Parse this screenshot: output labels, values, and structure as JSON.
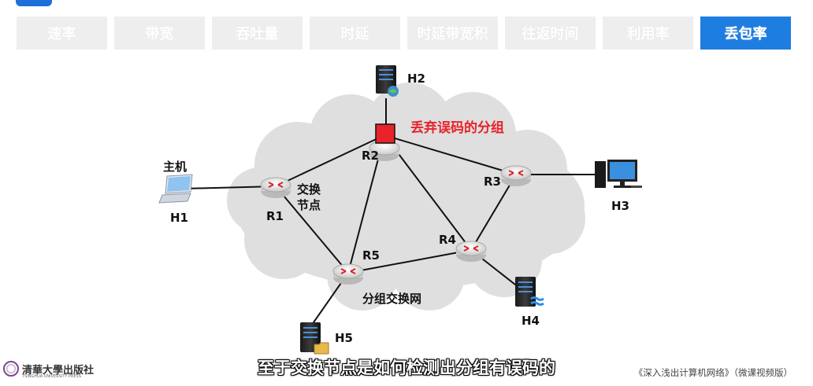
{
  "header": {
    "section_number": "",
    "title": ""
  },
  "tabs": [
    {
      "label": "速率",
      "active": false
    },
    {
      "label": "带宽",
      "active": false
    },
    {
      "label": "吞吐量",
      "active": false
    },
    {
      "label": "时延",
      "active": false
    },
    {
      "label": "时延带宽积",
      "active": false
    },
    {
      "label": "往返时间",
      "active": false
    },
    {
      "label": "利用率",
      "active": false
    },
    {
      "label": "丢包率",
      "active": true
    }
  ],
  "diagram": {
    "drop_label": "丢弃误码的分组",
    "host_label": "主机",
    "switch_label_line1": "交换",
    "switch_label_line2": "节点",
    "network_label": "分组交换网",
    "routers": {
      "r1": "R1",
      "r2": "R2",
      "r3": "R3",
      "r4": "R4",
      "r5": "R5"
    },
    "hosts": {
      "h1": "H1",
      "h2": "H2",
      "h3": "H3",
      "h4": "H4",
      "h5": "H5"
    },
    "colors": {
      "drop": "#e8232a",
      "cloud": "#dcdcdc",
      "active_tab": "#1e7de0"
    }
  },
  "footer": {
    "publisher": "清華大學出版社",
    "publisher_en": "TSINGHUA UNIVERSITY PRESS",
    "subtitle": "至于交换节点是如何检测出分组有误码的",
    "book": "《深入浅出计算机网络》（微课视频版）"
  }
}
